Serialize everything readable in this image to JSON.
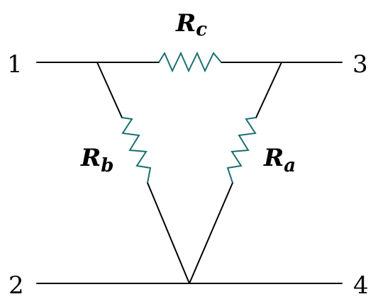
{
  "diagram": {
    "nodes": {
      "n1": "1",
      "n2": "2",
      "n3": "3",
      "n4": "4"
    },
    "resistors": {
      "top": {
        "name": "R",
        "sub": "c"
      },
      "left": {
        "name": "R",
        "sub": "b"
      },
      "right": {
        "name": "R",
        "sub": "a"
      }
    },
    "colors": {
      "wire": "#000000",
      "resistor": "#1a6f70"
    }
  }
}
